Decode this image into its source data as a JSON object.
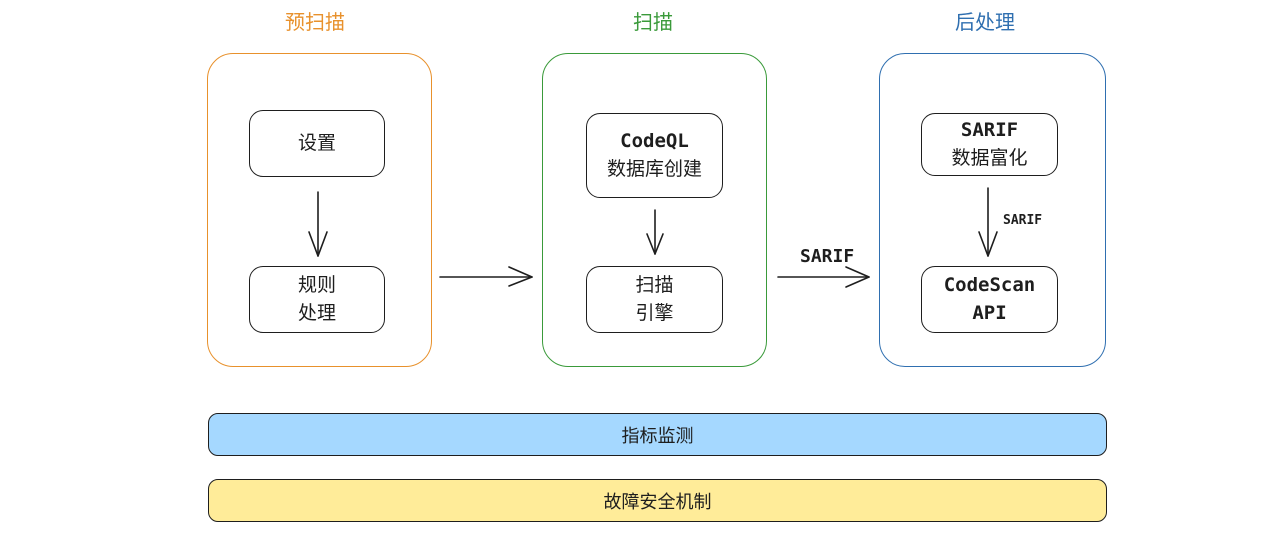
{
  "stages": [
    {
      "title": "预扫描",
      "color": "#e8912c"
    },
    {
      "title": "扫描",
      "color": "#3a9a3a"
    },
    {
      "title": "后处理",
      "color": "#2f6fb0"
    }
  ],
  "nodes": {
    "setup": "设置",
    "rule_processing": [
      "规则",
      "处理"
    ],
    "codeql_db": [
      "CodeQL",
      "数据库创建"
    ],
    "scan_engine": [
      "扫描",
      "引擎"
    ],
    "sarif_enrich": [
      "SARIF",
      "数据富化"
    ],
    "codescan_api": [
      "CodeScan",
      "API"
    ]
  },
  "edge_labels": {
    "scan_to_post": "SARIF",
    "enrich_to_api": "SARIF"
  },
  "bars": {
    "metrics": {
      "label": "指标监测",
      "color": "#a5d8ff"
    },
    "failsafe": {
      "label": "故障安全机制",
      "color": "#ffec99"
    }
  }
}
